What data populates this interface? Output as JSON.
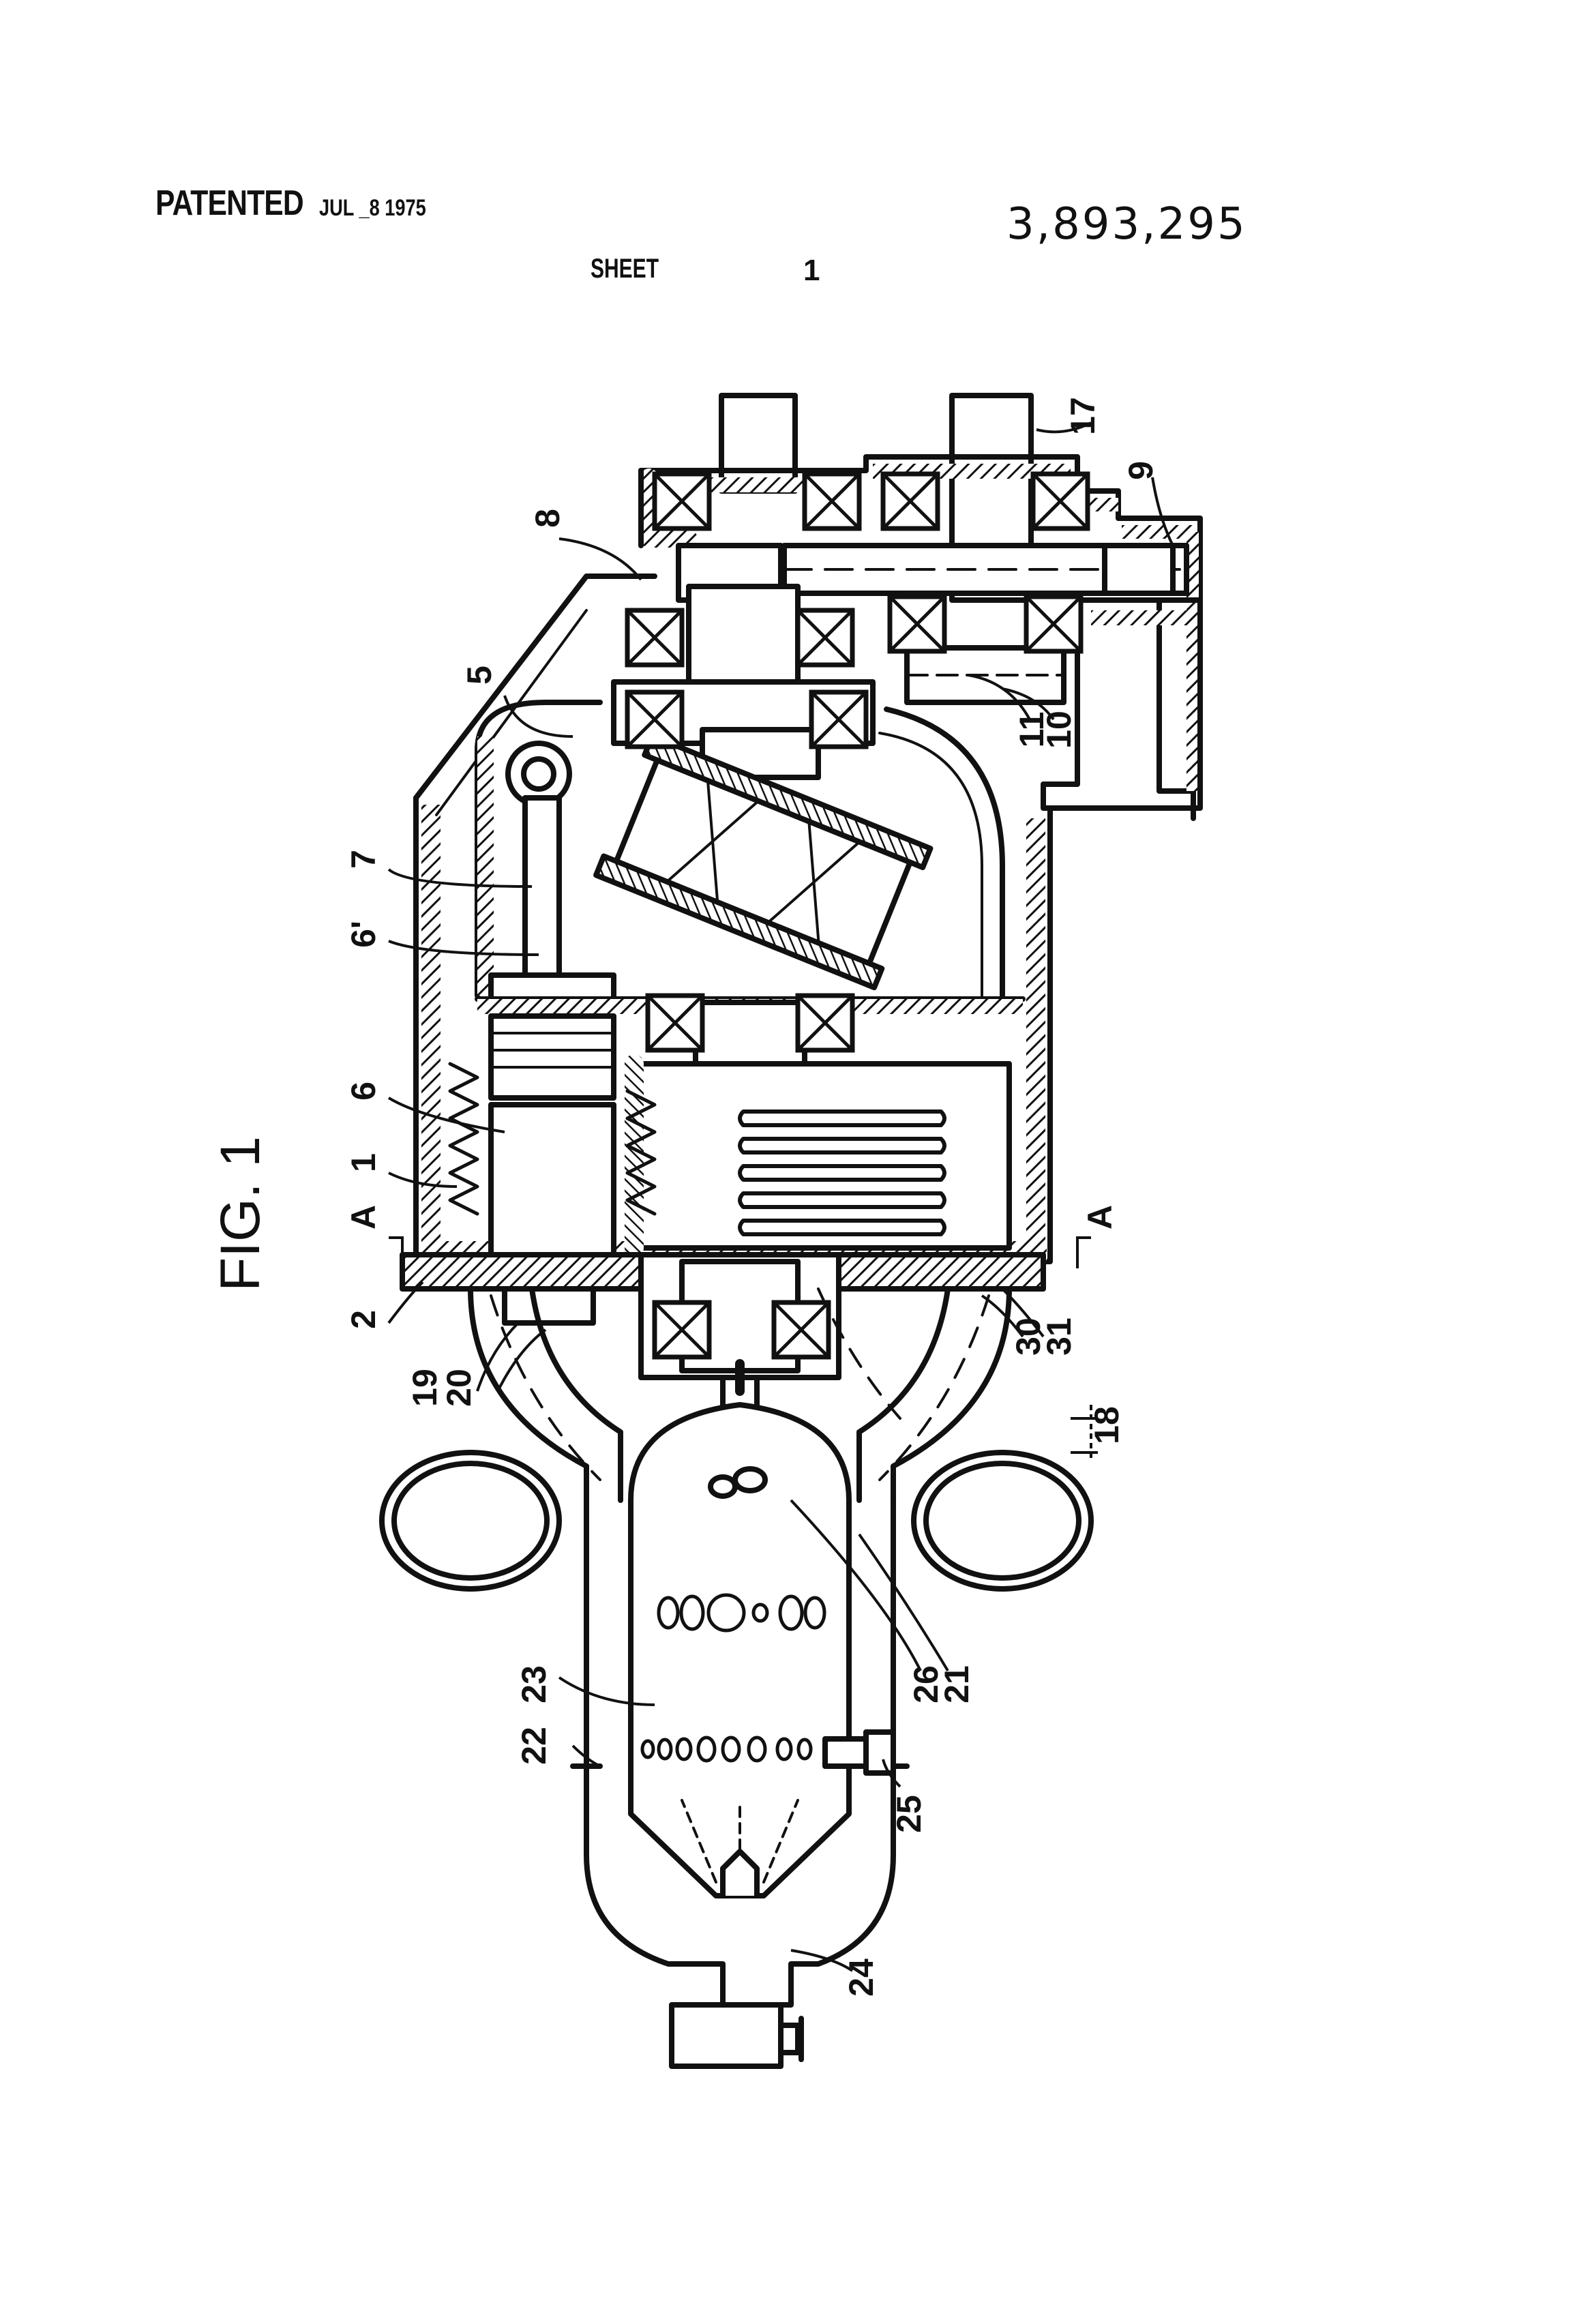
{
  "header": {
    "patented": "PATENTED",
    "date": "JUL _8 1975",
    "patent_number": "3,893,295",
    "sheet_label": "SHEET",
    "sheet_number": "1"
  },
  "figure": {
    "title": "FIG. 1",
    "section_marker": "A",
    "labels": {
      "l1": "1",
      "l2": "2",
      "l5": "5",
      "l6": "6",
      "l6p": "6'",
      "l7": "7",
      "l8": "8",
      "l9": "9",
      "l10": "10",
      "l11": "11",
      "l17": "17",
      "l18": "18",
      "l19": "19",
      "l20": "20",
      "l21": "21",
      "l22": "22",
      "l23": "23",
      "l24": "24",
      "l25": "25",
      "l26": "26",
      "l30": "30",
      "l31": "31"
    }
  }
}
